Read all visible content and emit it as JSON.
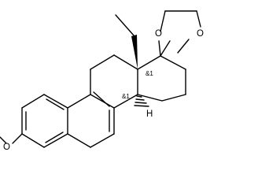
{
  "molecule": {
    "atoms": {
      "O1": "O",
      "O2": "O",
      "O3": "O",
      "H": "H"
    },
    "stereo_labels": {
      "c13": "&1",
      "c14": "&1"
    }
  }
}
